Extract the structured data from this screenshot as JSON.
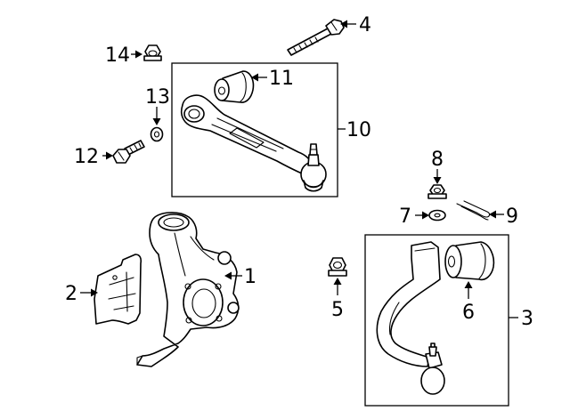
{
  "diagram": {
    "callouts": [
      {
        "id": "1",
        "label": "1"
      },
      {
        "id": "2",
        "label": "2"
      },
      {
        "id": "3",
        "label": "3"
      },
      {
        "id": "4",
        "label": "4"
      },
      {
        "id": "5",
        "label": "5"
      },
      {
        "id": "6",
        "label": "6"
      },
      {
        "id": "7",
        "label": "7"
      },
      {
        "id": "8",
        "label": "8"
      },
      {
        "id": "9",
        "label": "9"
      },
      {
        "id": "10",
        "label": "10"
      },
      {
        "id": "11",
        "label": "11"
      },
      {
        "id": "12",
        "label": "12"
      },
      {
        "id": "13",
        "label": "13"
      },
      {
        "id": "14",
        "label": "14"
      }
    ]
  }
}
